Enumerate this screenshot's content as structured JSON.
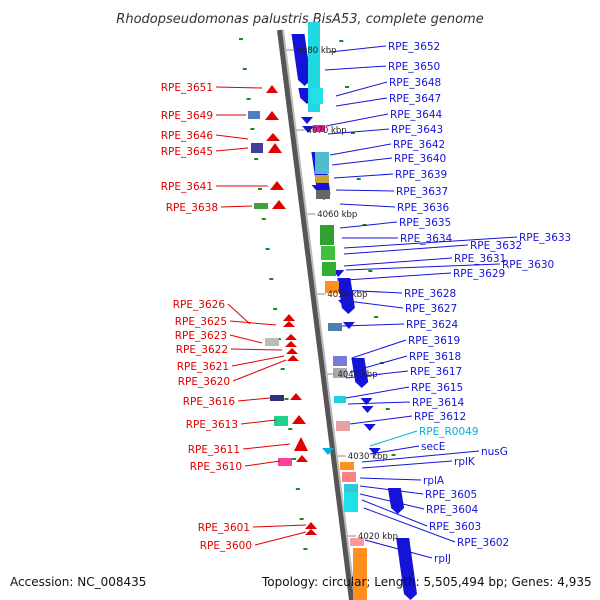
{
  "title": "Rhodopseudomonas palustris BisA53, complete genome",
  "accession": "Accession: NC_008435",
  "summary": "Topology: circular; Length: 5,505,494 bp; Genes: 4,935",
  "colors": {
    "plus_strand": "#e00000",
    "minus_strand": "#1414d8",
    "rna": "#00b0e0",
    "ruler": "#888888",
    "tick": "#1a8a1a"
  },
  "ruler_marks": [
    "4080 kbp",
    "4070 kbp",
    "4060 kbp",
    "4050 kbp",
    "4040 kbp",
    "4030 kbp",
    "4020 kbp"
  ],
  "left_labels": [
    "RPE_3651",
    "RPE_3649",
    "RPE_3646",
    "RPE_3645",
    "RPE_3641",
    "RPE_3638",
    "RPE_3626",
    "RPE_3625",
    "RPE_3623",
    "RPE_3622",
    "RPE_3621",
    "RPE_3620",
    "RPE_3616",
    "RPE_3613",
    "RPE_3611",
    "RPE_3610",
    "RPE_3601",
    "RPE_3600"
  ],
  "right_labels": [
    "RPE_3652",
    "RPE_3650",
    "RPE_3648",
    "RPE_3647",
    "RPE_3644",
    "RPE_3643",
    "RPE_3642",
    "RPE_3640",
    "RPE_3639",
    "RPE_3637",
    "RPE_3636",
    "RPE_3635",
    "RPE_3634",
    "RPE_3633",
    "RPE_3632",
    "RPE_3631",
    "RPE_3630",
    "RPE_3629",
    "RPE_3628",
    "RPE_3627",
    "RPE_3624",
    "RPE_3619",
    "RPE_3618",
    "RPE_3617",
    "RPE_3615",
    "RPE_3614",
    "RPE_3612",
    "RPE_R0049",
    "secE",
    "nusG",
    "rplK",
    "rplA",
    "RPE_3605",
    "RPE_3604",
    "RPE_3603",
    "RPE_3602",
    "rplJ"
  ]
}
